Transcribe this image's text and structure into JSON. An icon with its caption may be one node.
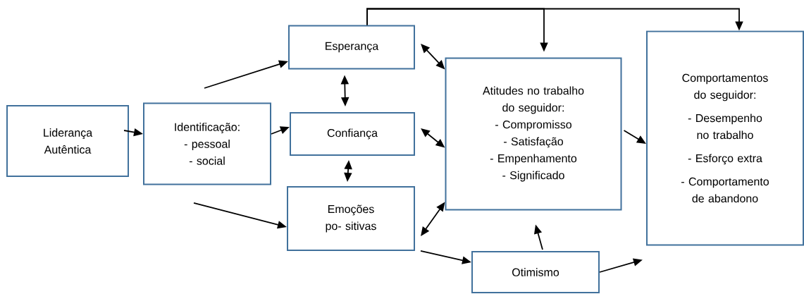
{
  "diagram": {
    "nodes": [
      {
        "text": [
          "Liderança Autêntica"
        ]
      },
      {
        "text": [
          "Identificação:",
          "- pessoal",
          "- social"
        ]
      },
      {
        "text": [
          "Esperança"
        ]
      },
      {
        "text": [
          "Confiança"
        ]
      },
      {
        "text": [
          "Emoções po- sitivas"
        ]
      },
      {
        "text": [
          "Atitudes no trabalho do seguidor:",
          "- Compromisso",
          "- Satisfação",
          "- Empenhamento",
          "- Significado"
        ]
      },
      {
        "text": [
          "Otimismo"
        ]
      },
      {
        "text": [
          "Comportamentos do seguidor:",
          "- Desempenho no trabalho",
          "- Esforço extra",
          "- Comportamento de abandono"
        ]
      }
    ],
    "edges": [
      {
        "from": 0,
        "to": 1,
        "arrow": "to"
      },
      {
        "from": 1,
        "to": 3,
        "arrow": "to"
      },
      {
        "from": null,
        "to": 2,
        "arrow": "to"
      },
      {
        "from": null,
        "to": 4,
        "arrow": "to"
      },
      {
        "from": 2,
        "to": 3,
        "arrow": "both"
      },
      {
        "from": 3,
        "to": 4,
        "arrow": "both"
      },
      {
        "from": 2,
        "to": 5,
        "arrow": "both"
      },
      {
        "from": 3,
        "to": 5,
        "arrow": "both"
      },
      {
        "from": 4,
        "to": 5,
        "arrow": "both"
      },
      {
        "from": 4,
        "to": 6,
        "arrow": "to"
      },
      {
        "from": 6,
        "to": 5,
        "arrow": "to"
      },
      {
        "from": 5,
        "to": 7,
        "arrow": "to"
      },
      {
        "from": 6,
        "to": 7,
        "arrow": "to"
      },
      {
        "from": 2,
        "to": 5,
        "arrow": "to"
      },
      {
        "from": 2,
        "to": 7,
        "arrow": "to"
      }
    ]
  }
}
